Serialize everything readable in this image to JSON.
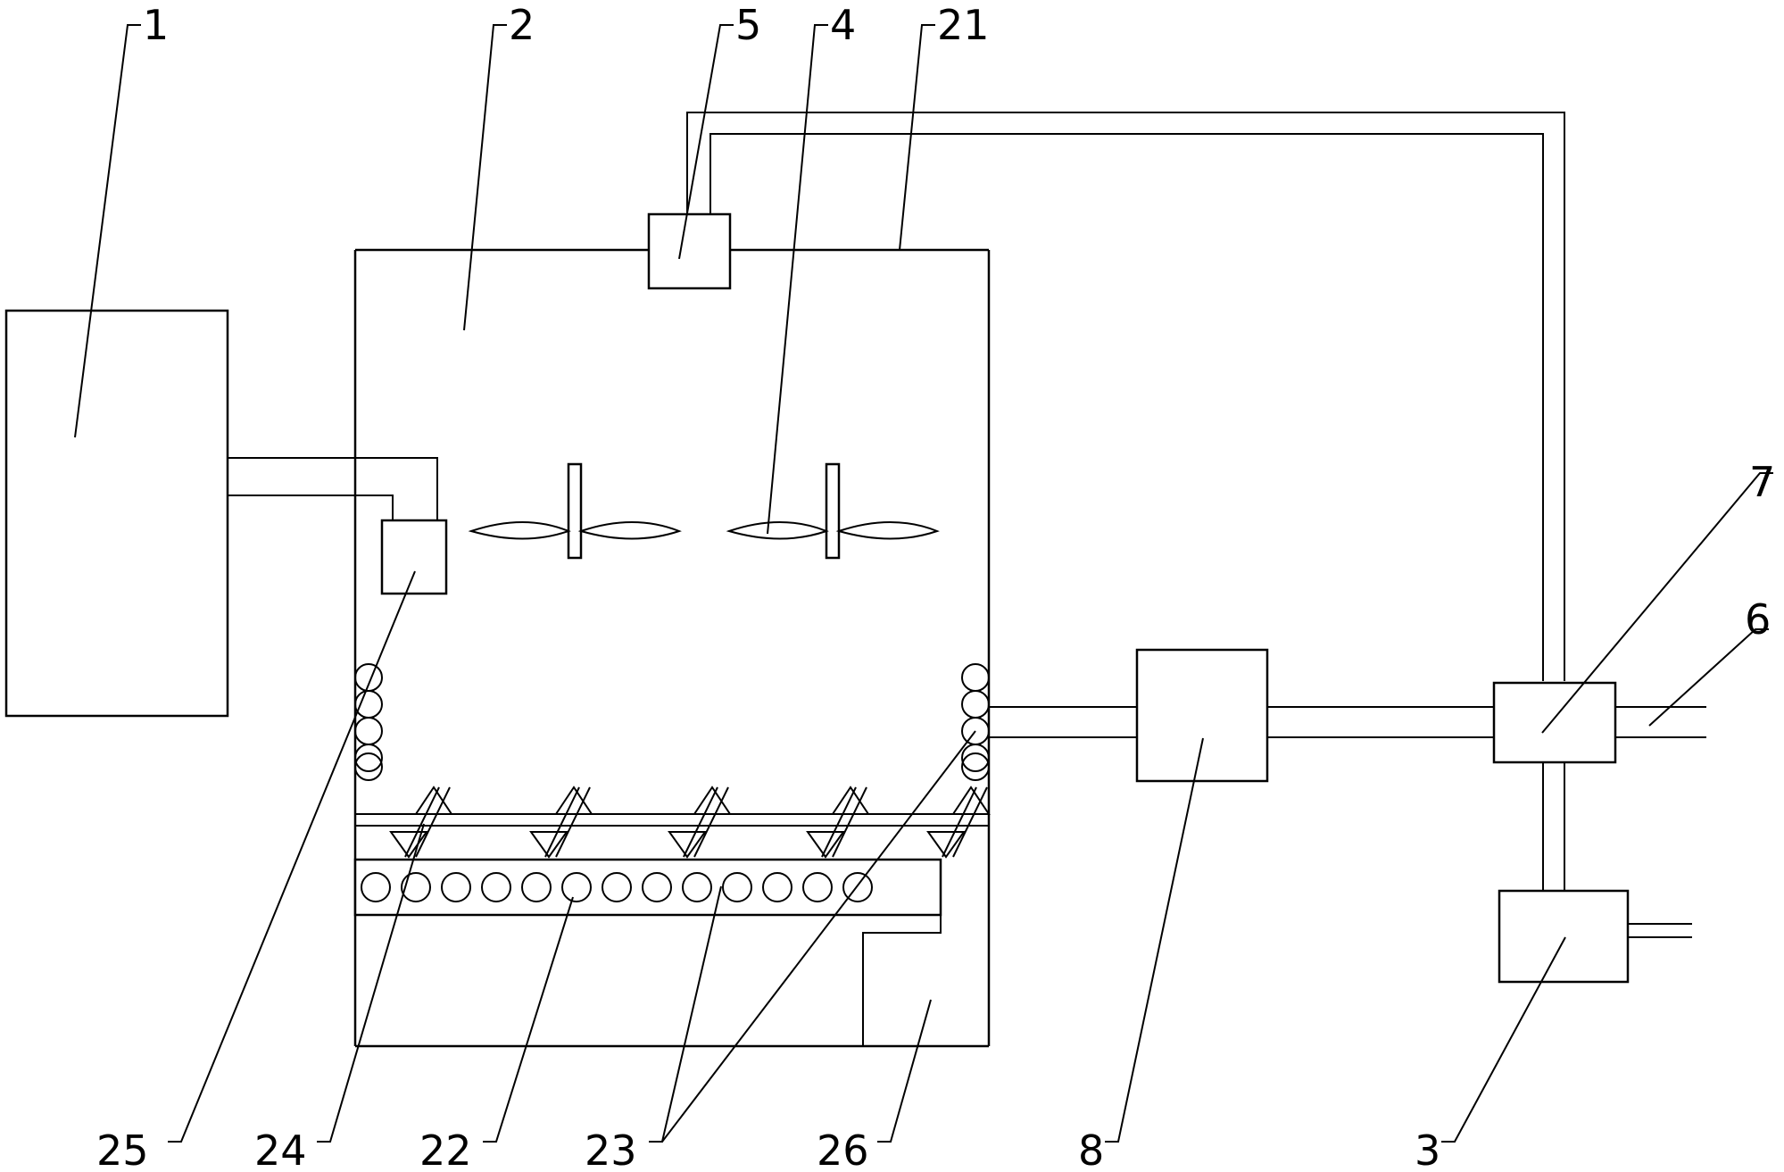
{
  "labels": {
    "l1": "1",
    "l2": "2",
    "l5": "5",
    "l4": "4",
    "l21": "21",
    "l7": "7",
    "l6": "6",
    "l25": "25",
    "l24": "24",
    "l22": "22",
    "l23": "23",
    "l26": "26",
    "l8": "8",
    "l3": "3"
  }
}
